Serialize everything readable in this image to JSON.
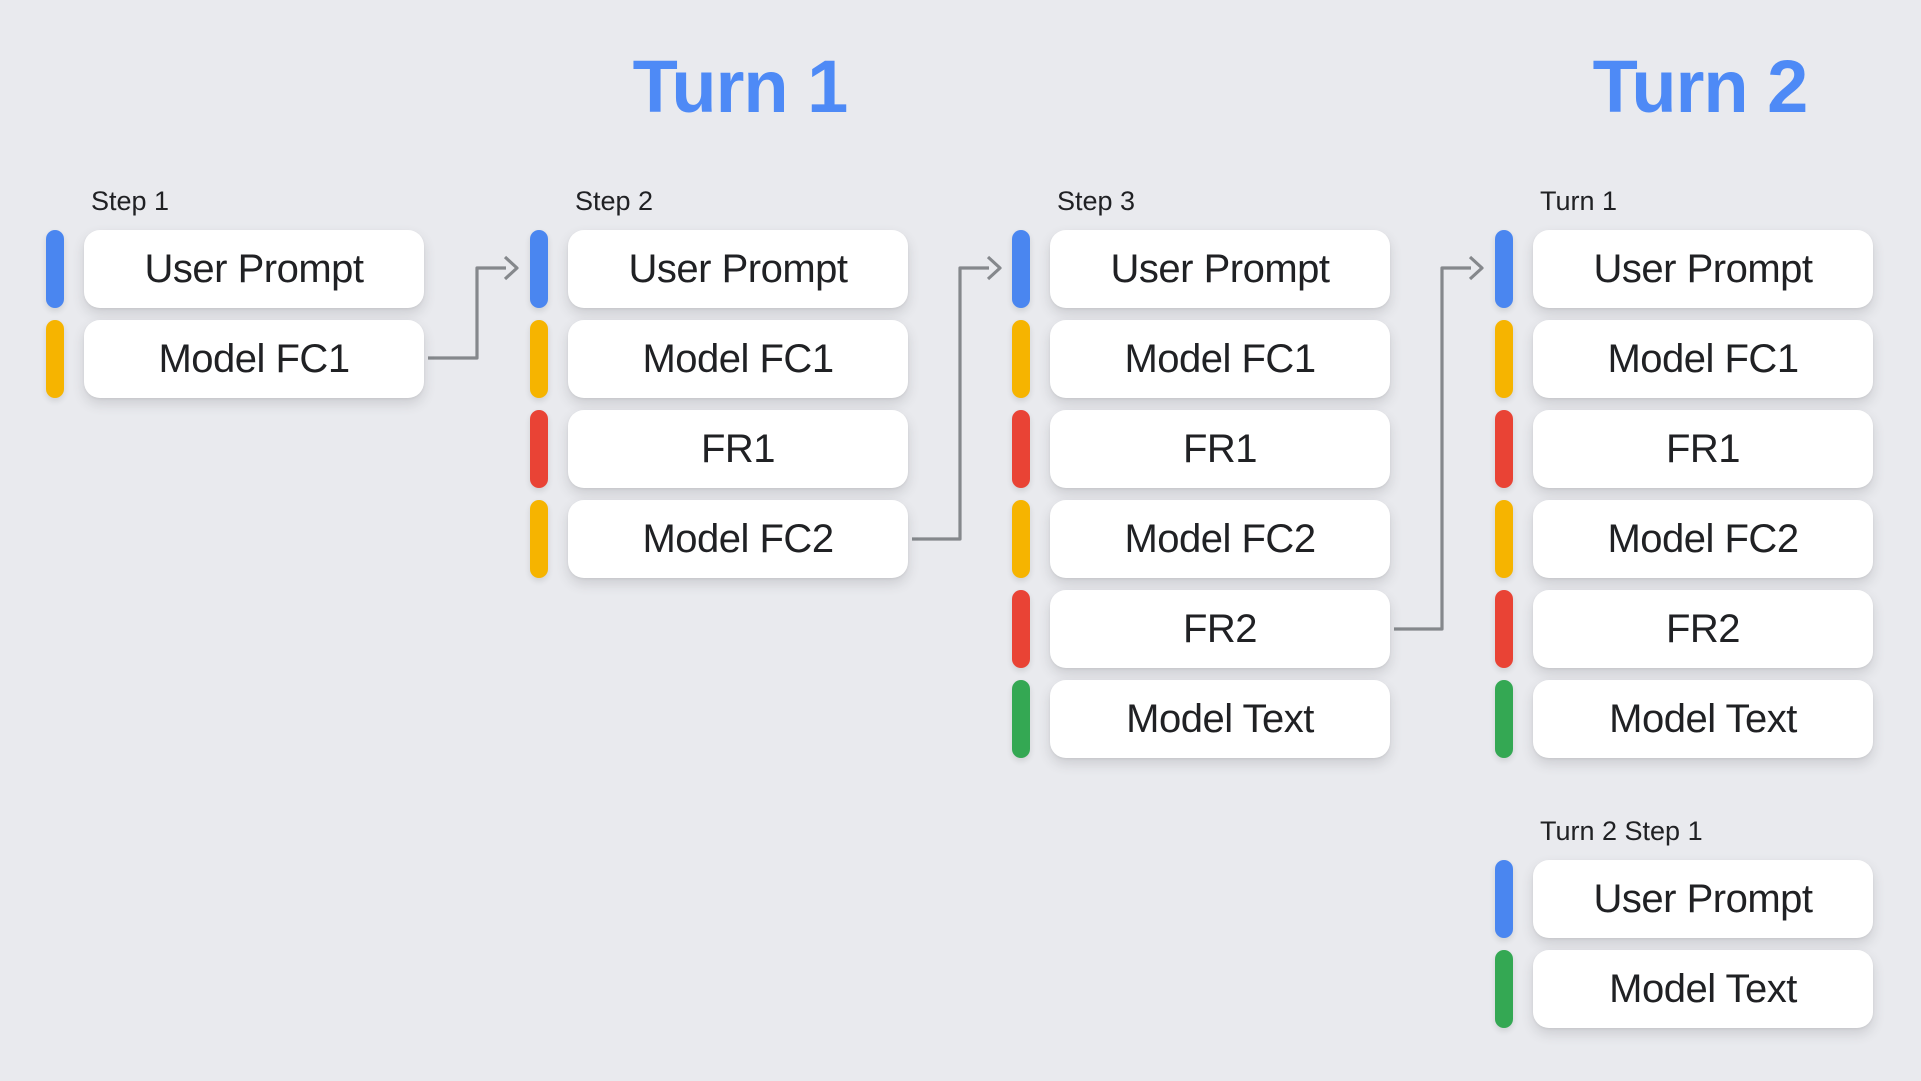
{
  "titles": {
    "turn1": "Turn 1",
    "turn2": "Turn 2"
  },
  "colors": {
    "user_prompt": "#4A86F0",
    "model_function_call": "#F6B400",
    "function_response": "#E94335",
    "model_text": "#34A853",
    "title": "#4E8AF6",
    "arrow": "#85888C",
    "card_background": "#FFFFFF",
    "text": "#202124",
    "page_background": "#E9EAEE"
  },
  "columns": [
    {
      "label": "Step 1",
      "rows": [
        {
          "text": "User Prompt",
          "type": "user_prompt"
        },
        {
          "text": "Model FC1",
          "type": "model_function_call"
        }
      ]
    },
    {
      "label": "Step 2",
      "rows": [
        {
          "text": "User Prompt",
          "type": "user_prompt"
        },
        {
          "text": "Model FC1",
          "type": "model_function_call"
        },
        {
          "text": "FR1",
          "type": "function_response"
        },
        {
          "text": "Model FC2",
          "type": "model_function_call"
        }
      ]
    },
    {
      "label": "Step 3",
      "rows": [
        {
          "text": "User Prompt",
          "type": "user_prompt"
        },
        {
          "text": "Model FC1",
          "type": "model_function_call"
        },
        {
          "text": "FR1",
          "type": "function_response"
        },
        {
          "text": "Model FC2",
          "type": "model_function_call"
        },
        {
          "text": "FR2",
          "type": "function_response"
        },
        {
          "text": "Model Text",
          "type": "model_text"
        }
      ]
    },
    {
      "label": "Turn 1",
      "rows": [
        {
          "text": "User Prompt",
          "type": "user_prompt"
        },
        {
          "text": "Model FC1",
          "type": "model_function_call"
        },
        {
          "text": "FR1",
          "type": "function_response"
        },
        {
          "text": "Model FC2",
          "type": "model_function_call"
        },
        {
          "text": "FR2",
          "type": "function_response"
        },
        {
          "text": "Model Text",
          "type": "model_text"
        }
      ]
    },
    {
      "label": "Turn 2 Step 1",
      "rows": [
        {
          "text": "User Prompt",
          "type": "user_prompt"
        },
        {
          "text": "Model Text",
          "type": "model_text"
        }
      ]
    }
  ],
  "arrows": [
    {
      "from": "Step 1 Model FC1",
      "to": "Step 2 User Prompt"
    },
    {
      "from": "Step 2 Model FC2",
      "to": "Step 3 User Prompt"
    },
    {
      "from": "Step 3 FR2",
      "to": "Turn 1 User Prompt"
    }
  ]
}
